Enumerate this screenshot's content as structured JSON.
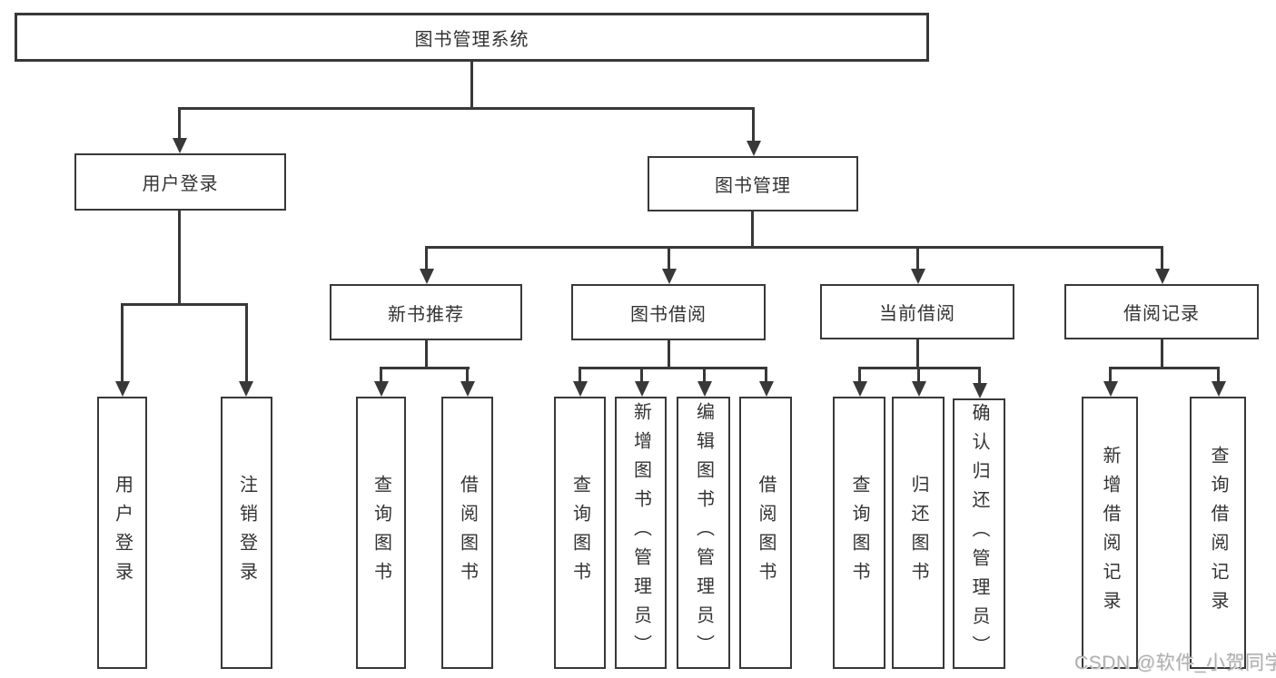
{
  "diagram_title": "图书管理系统",
  "tree": {
    "label": "图书管理系统",
    "children": [
      {
        "label": "用户登录",
        "children": [
          {
            "label": "用户登录"
          },
          {
            "label": "注销登录"
          }
        ]
      },
      {
        "label": "图书管理",
        "children": [
          {
            "label": "新书推荐",
            "children": [
              {
                "label": "查询图书"
              },
              {
                "label": "借阅图书"
              }
            ]
          },
          {
            "label": "图书借阅",
            "children": [
              {
                "label": "查询图书"
              },
              {
                "label": "新增图书（管理员）"
              },
              {
                "label": "编辑图书（管理员）"
              },
              {
                "label": "借阅图书"
              }
            ]
          },
          {
            "label": "当前借阅",
            "children": [
              {
                "label": "查询图书"
              },
              {
                "label": "归还图书"
              },
              {
                "label": "确认归还（管理员）"
              }
            ]
          },
          {
            "label": "借阅记录",
            "children": [
              {
                "label": "新增借阅记录"
              },
              {
                "label": "查询借阅记录"
              }
            ]
          }
        ]
      }
    ]
  },
  "watermark": {
    "text": "CSDN @软件_小贺同学",
    "color": "#b0b0b0"
  },
  "colors": {
    "line": "#383838",
    "text": "#333333",
    "background": "#ffffff"
  }
}
